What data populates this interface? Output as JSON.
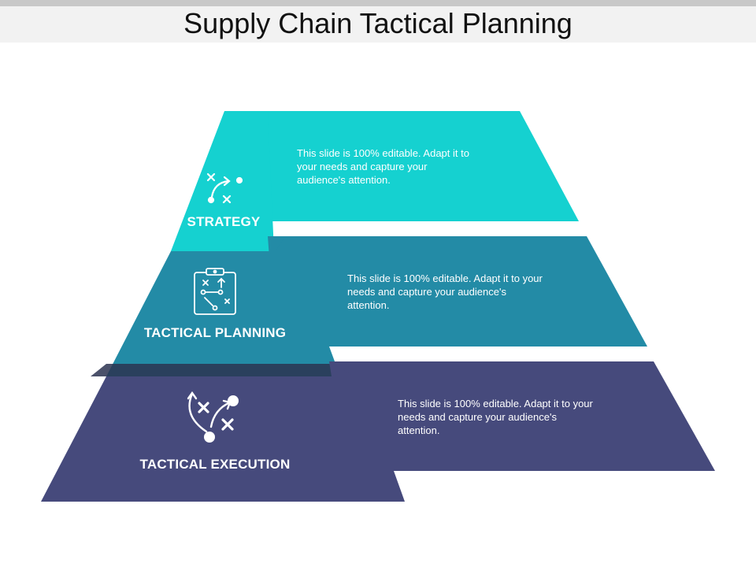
{
  "title": "Supply Chain Tactical Planning",
  "colors": {
    "strategy": "#15d1d0",
    "planning": "#238ba6",
    "execution": "#464a7c",
    "shadow": "#2b3350",
    "title_band": "#f2f2f2",
    "text": "#ffffff"
  },
  "tiers": [
    {
      "label": "STRATEGY",
      "description": "This slide is 100% editable. Adapt it to your needs and capture your audience's attention.",
      "icon": "strategy-play-icon"
    },
    {
      "label": "TACTICAL PLANNING",
      "description": "This slide is 100% editable. Adapt it to your needs and capture your audience's attention.",
      "icon": "clipboard-play-icon"
    },
    {
      "label": "TACTICAL EXECUTION",
      "description": "This slide is 100% editable. Adapt it to your needs and capture your audience's attention.",
      "icon": "tactics-play-icon"
    }
  ]
}
